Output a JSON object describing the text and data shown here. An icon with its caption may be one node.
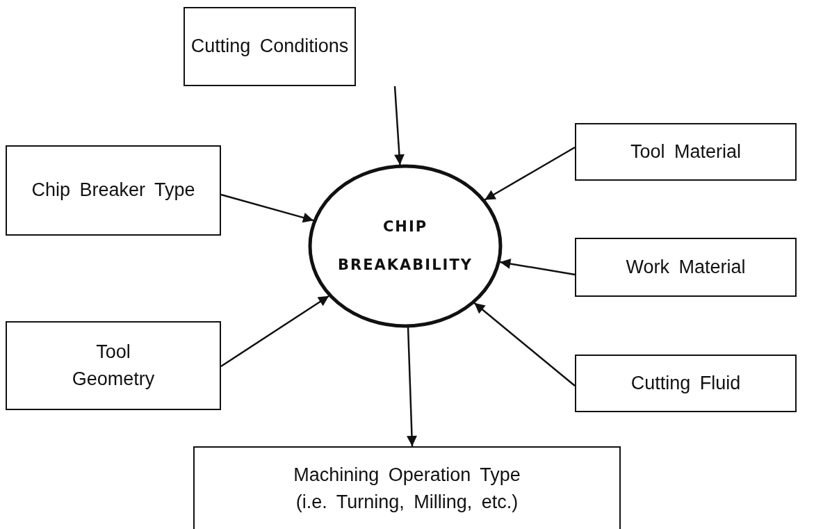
{
  "diagram": {
    "nodes": [
      {
        "text": [
          "Cutting Conditions"
        ]
      },
      {
        "text": [
          "Tool Material"
        ]
      },
      {
        "text": [
          "Chip Breaker Type"
        ]
      },
      {
        "text": [
          "CHIP BREAKABILITY"
        ]
      },
      {
        "text": [
          "Work Material"
        ]
      },
      {
        "text": [
          "Tool Geometry"
        ]
      },
      {
        "text": [
          "Cutting Fluid"
        ]
      },
      {
        "text": [
          "Machining Operation Type",
          "(i.e. Turning, Milling, etc.)"
        ]
      }
    ],
    "edges": [
      {
        "from": 0,
        "to": 3,
        "arrow": "to"
      },
      {
        "from": 1,
        "to": 3,
        "arrow": "to"
      },
      {
        "from": 2,
        "to": 3,
        "arrow": "to"
      },
      {
        "from": 4,
        "to": 3,
        "arrow": "to"
      },
      {
        "from": 5,
        "to": 3,
        "arrow": "to"
      },
      {
        "from": 6,
        "to": 3,
        "arrow": "to"
      },
      {
        "from": 3,
        "to": 7,
        "arrow": "to"
      }
    ]
  }
}
